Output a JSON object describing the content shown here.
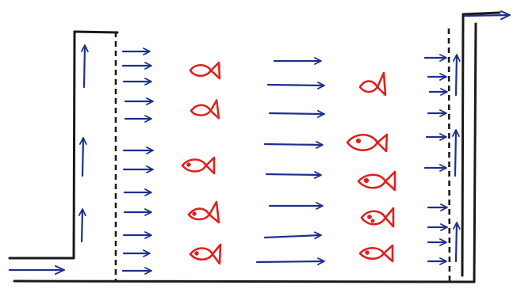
{
  "diagram": {
    "type": "hand-drawn flow-through tank schematic",
    "colors": {
      "structure": "#1a1a1a",
      "flow_arrows": "#1f2f8f",
      "fish": "#e02020"
    },
    "elements": {
      "inlet_arrow": "arrow-right-icon",
      "outlet_arrow": "arrow-right-icon",
      "fish": "fish-icon",
      "screens": "dashed-line"
    },
    "fish_count": 10
  }
}
